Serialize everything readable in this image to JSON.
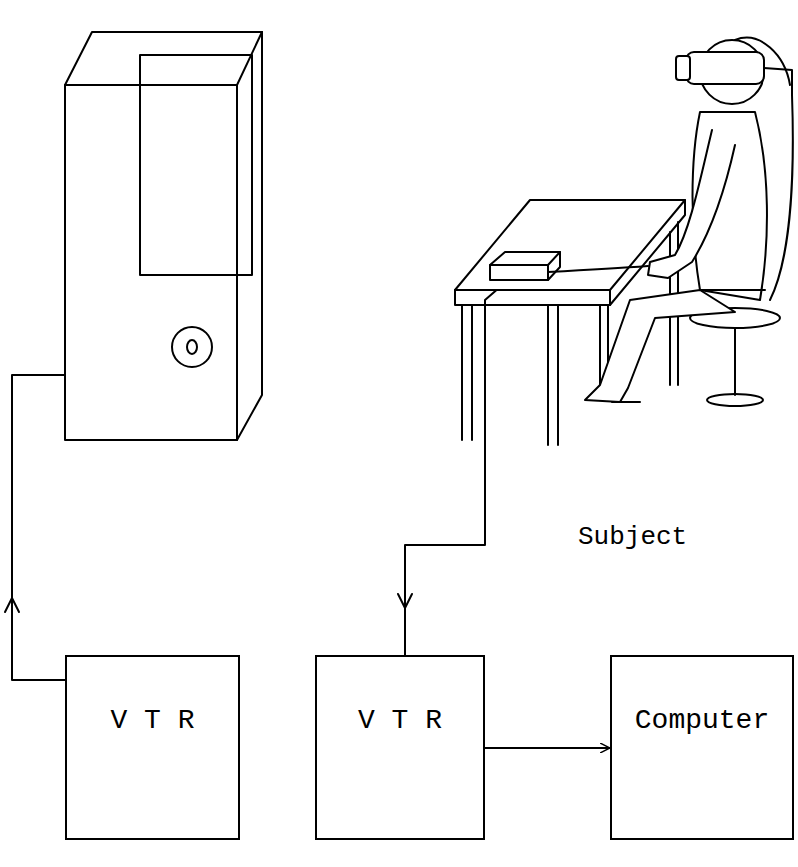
{
  "diagram": {
    "nodes": [
      {
        "text": [
          "V T R"
        ]
      },
      {
        "text": [
          "V T R"
        ]
      },
      {
        "text": [
          "Computer"
        ]
      }
    ],
    "edges": [
      {
        "from": 1,
        "to": 2,
        "arrow": "to"
      }
    ],
    "labels": [
      "Subject"
    ]
  }
}
